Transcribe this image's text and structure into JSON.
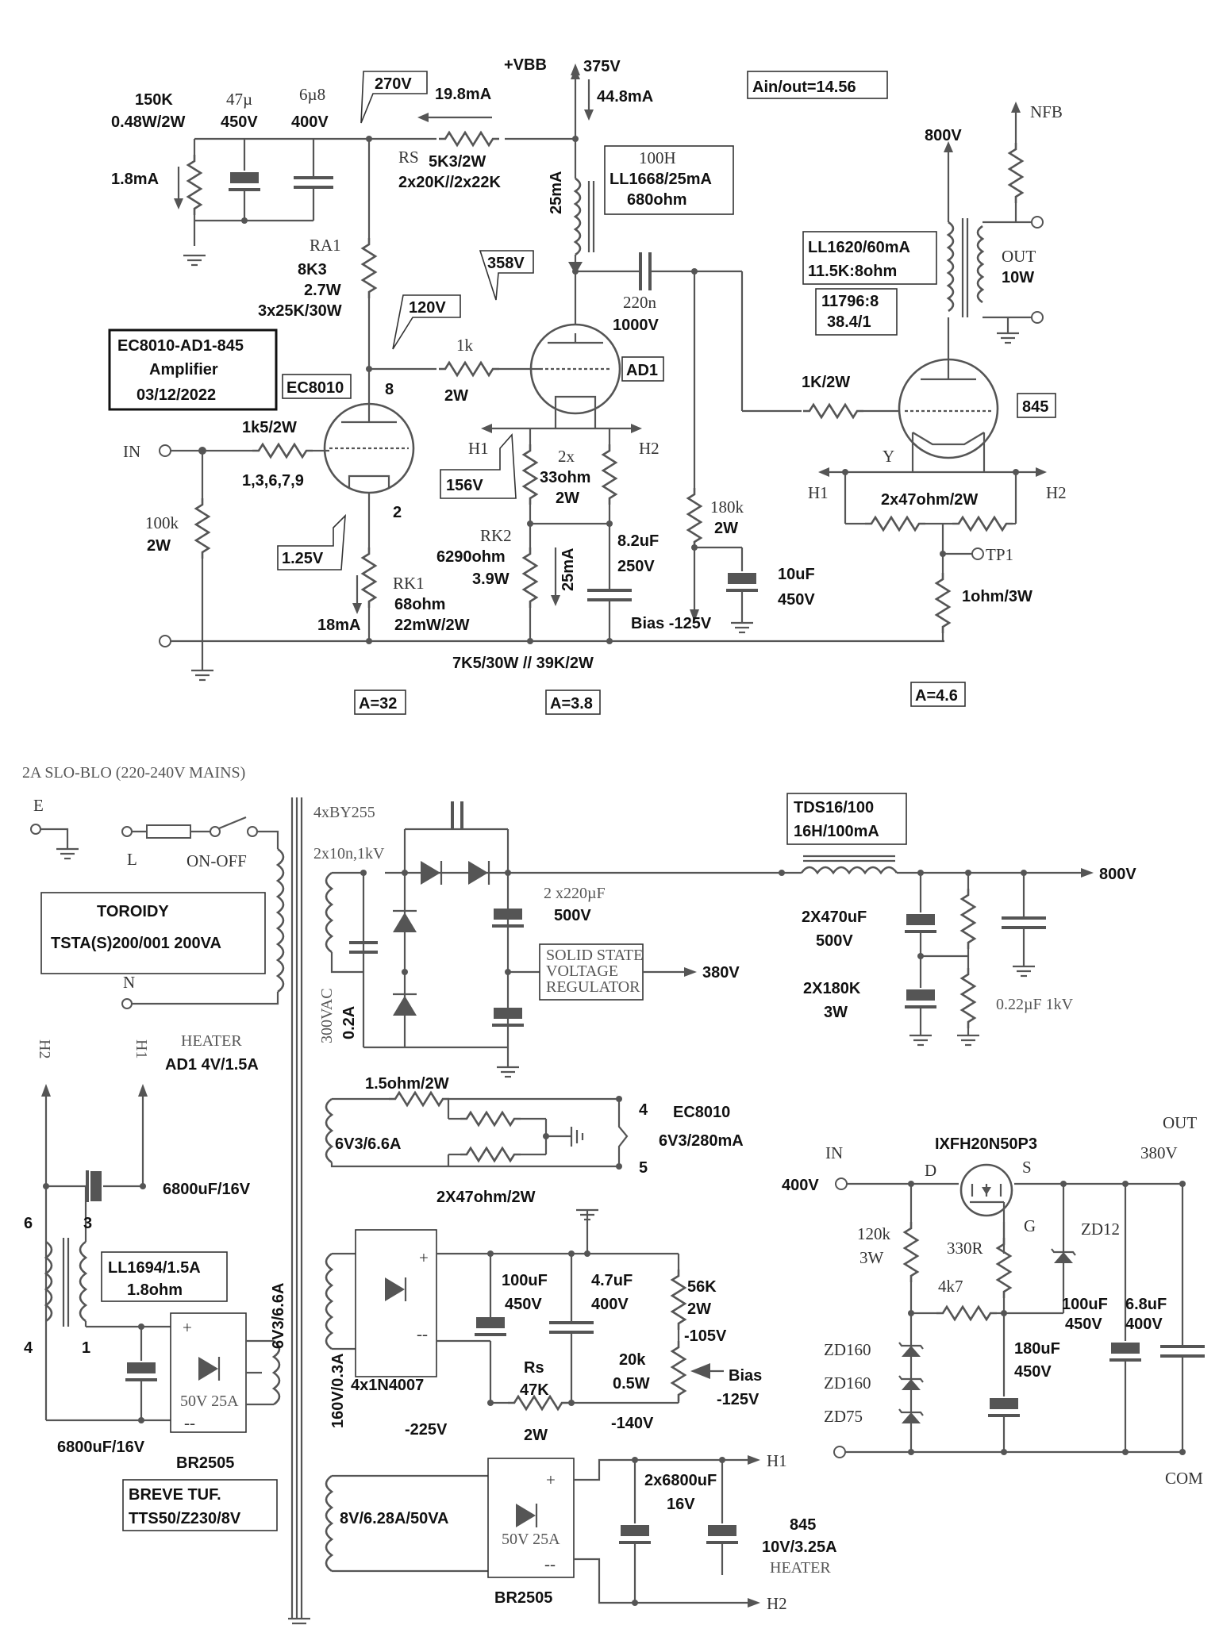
{
  "amp": {
    "vbb_label": "+VBB",
    "v375": "375V",
    "i448": "44.8mA",
    "gain_total": "Ain/out=14.56",
    "v270": "270V",
    "i198": "19.8mA",
    "r150k_a": "150K",
    "r150k_b": "0.48W/2W",
    "c47_a": "47µ",
    "c47_b": "450V",
    "c68_a": "6µ8",
    "c68_b": "400V",
    "i18_top": "1.8mA",
    "rs_name": "RS",
    "rs_a": "5K3/2W",
    "rs_b": "2x20K//2x22K",
    "i25_top": "25mA",
    "choke_a": "100H",
    "choke_b": "LL1668/25mA",
    "choke_c": "680ohm",
    "v800": "800V",
    "nfb": "NFB",
    "ot_a": "LL1620/60mA",
    "ot_b": "11.5K:8ohm",
    "ot_c": "11796:8",
    "ot_d": "38.4/1",
    "out_label": "OUT",
    "out_w": "10W",
    "ra1_name": "RA1",
    "ra1_a": "8K3",
    "ra1_b": "2.7W",
    "ra1_c": "3x25K/30W",
    "v358": "358V",
    "c220n_a": "220n",
    "c220n_b": "1000V",
    "v120": "120V",
    "title_a": "EC8010-AD1-845",
    "title_b": "Amplifier",
    "title_c": "03/12/2022",
    "ec8010": "EC8010",
    "pin8": "8",
    "r1k_a": "1k",
    "r1k_b": "2W",
    "ad1": "AD1",
    "r1k2w": "1K/2W",
    "t845": "845",
    "r1k5_a": "1k5/2W",
    "r1k5_b": "1,3,6,7,9",
    "in_label": "IN",
    "h1": "H1",
    "h2": "H2",
    "r33_a": "2x",
    "r33_b": "33ohm",
    "r33_c": "2W",
    "v156": "156V",
    "r180k_a": "180k",
    "r180k_b": "2W",
    "y_label": "Y",
    "r47_845": "2x47ohm/2W",
    "tp1": "TP1",
    "r100k_a": "100k",
    "r100k_b": "2W",
    "pin2": "2",
    "rk2_name": "RK2",
    "rk2_a": "6290ohm",
    "rk2_b": "3.9W",
    "i25_k": "25mA",
    "c82_a": "8.2uF",
    "c82_b": "250V",
    "c10_a": "10uF",
    "c10_b": "450V",
    "v125": "1.25V",
    "rk1_name": "RK1",
    "rk1_a": "68ohm",
    "rk1_b": "22mW/2W",
    "i18": "18mA",
    "bias": "Bias -125V",
    "r1ohm": "1ohm/3W",
    "load": "7K5/30W // 39K/2W",
    "a32": "A=32",
    "a38": "A=3.8",
    "a46": "A=4.6"
  },
  "psu": {
    "mains": "2A SLO-BLO (220-240V MAINS)",
    "e": "E",
    "l": "L",
    "n": "N",
    "onoff": "ON-OFF",
    "toroidy_a": "TOROIDY",
    "toroidy_b": "TSTA(S)200/001  200VA",
    "by255": "4xBY255",
    "c10n": "2x10n,1kV",
    "c220u_a": "2 x220µF",
    "c220u_b": "500V",
    "ssr_a": "SOLID STATE",
    "ssr_b": "VOLTAGE",
    "ssr_c": "REGULATOR",
    "v380": "380V",
    "v300": "300VAC",
    "a02": "0.2A",
    "tds_a": "TDS16/100",
    "tds_b": "16H/100mA",
    "v800": "800V",
    "c470_a": "2X470uF",
    "c470_b": "500V",
    "r180k_a": "2X180K",
    "r180k_b": "3W",
    "c022": "0.22µF 1kV",
    "heater_h2": "H2",
    "heater_h1": "H1",
    "heater_a": "HEATER",
    "heater_b": "AD1 4V/1.5A",
    "r15": "1.5ohm/2W",
    "w6v3": "6V3/6.6A",
    "r2x47": "2X47ohm/2W",
    "pin4": "4",
    "pin5": "5",
    "ec8010_a": "EC8010",
    "ec8010_b": "6V3/280mA",
    "c6800_a": "6800uF/16V",
    "pin6": "6",
    "pin3": "3",
    "pin4b": "4",
    "pin1": "1",
    "ll1694_a": "LL1694/1.5A",
    "ll1694_b": "1.8ohm",
    "br_label": "50V 25A",
    "w6v3b": "6V3/6.6A",
    "c6800_b": "6800uF/16V",
    "br2505": "BR2505",
    "w160": "160V/0.3A",
    "n4007": "4x1N4007",
    "c100u_a": "100uF",
    "c100u_b": "450V",
    "c47u_a": "4.7uF",
    "c47u_b": "400V",
    "r56k_a": "56K",
    "r56k_b": "2W",
    "v105": "-105V",
    "pot_a": "20k",
    "pot_b": "0.5W",
    "bias_a": "Bias",
    "bias_b": "-125V",
    "rs_a": "Rs",
    "rs_b": "47K",
    "rs_c": "2W",
    "v225": "-225V",
    "v140": "-140V",
    "breve_a": "BREVE TUF.",
    "breve_b": "TTS50/Z230/8V",
    "w8v": "8V/6.28A/50VA",
    "c2x6800_a": "2x6800uF",
    "c2x6800_b": "16V",
    "h1": "H1",
    "h2": "H2",
    "h845_a": "845",
    "h845_b": "10V/3.25A",
    "h845_c": "HEATER",
    "br2505b": "BR2505",
    "plus": "+",
    "minus": "--"
  },
  "reg": {
    "mosfet": "IXFH20N50P3",
    "in": "IN",
    "v400": "400V",
    "d": "D",
    "s": "S",
    "out": "OUT",
    "v380": "380V",
    "r120k_a": "120k",
    "r120k_b": "3W",
    "r330": "330R",
    "g": "G",
    "zd12": "ZD12",
    "r4k7": "4k7",
    "c100u_a": "100uF",
    "c100u_b": "450V",
    "c68u_a": "6.8uF",
    "c68u_b": "400V",
    "zd160a": "ZD160",
    "zd160b": "ZD160",
    "zd75": "ZD75",
    "c180u_a": "180uF",
    "c180u_b": "450V",
    "com": "COM"
  }
}
